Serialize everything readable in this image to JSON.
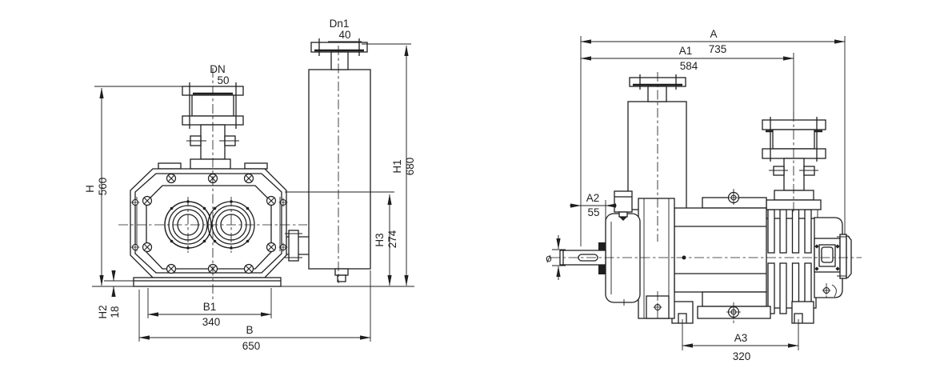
{
  "page": {
    "background_color": "#ffffff",
    "line_color": "#1f1f1f"
  },
  "front_view": {
    "dims": {
      "dn": {
        "label": "DN",
        "value": "50"
      },
      "dn1": {
        "label": "Dn1",
        "value": "40"
      },
      "h": {
        "label": "H",
        "value": "560"
      },
      "h1": {
        "label": "H1",
        "value": "680"
      },
      "h2": {
        "label": "H2",
        "value": "18"
      },
      "h3": {
        "label": "H3",
        "value": "274"
      },
      "b": {
        "label": "B",
        "value": "650"
      },
      "b1": {
        "label": "B1",
        "value": "340"
      }
    }
  },
  "side_view": {
    "dims": {
      "a": {
        "label": "A",
        "value": "735"
      },
      "a1": {
        "label": "A1",
        "value": "584"
      },
      "a2": {
        "label": "A2",
        "value": "55"
      },
      "a3": {
        "label": "A3",
        "value": "320"
      },
      "shaft_dia": {
        "label": "ø"
      }
    }
  }
}
